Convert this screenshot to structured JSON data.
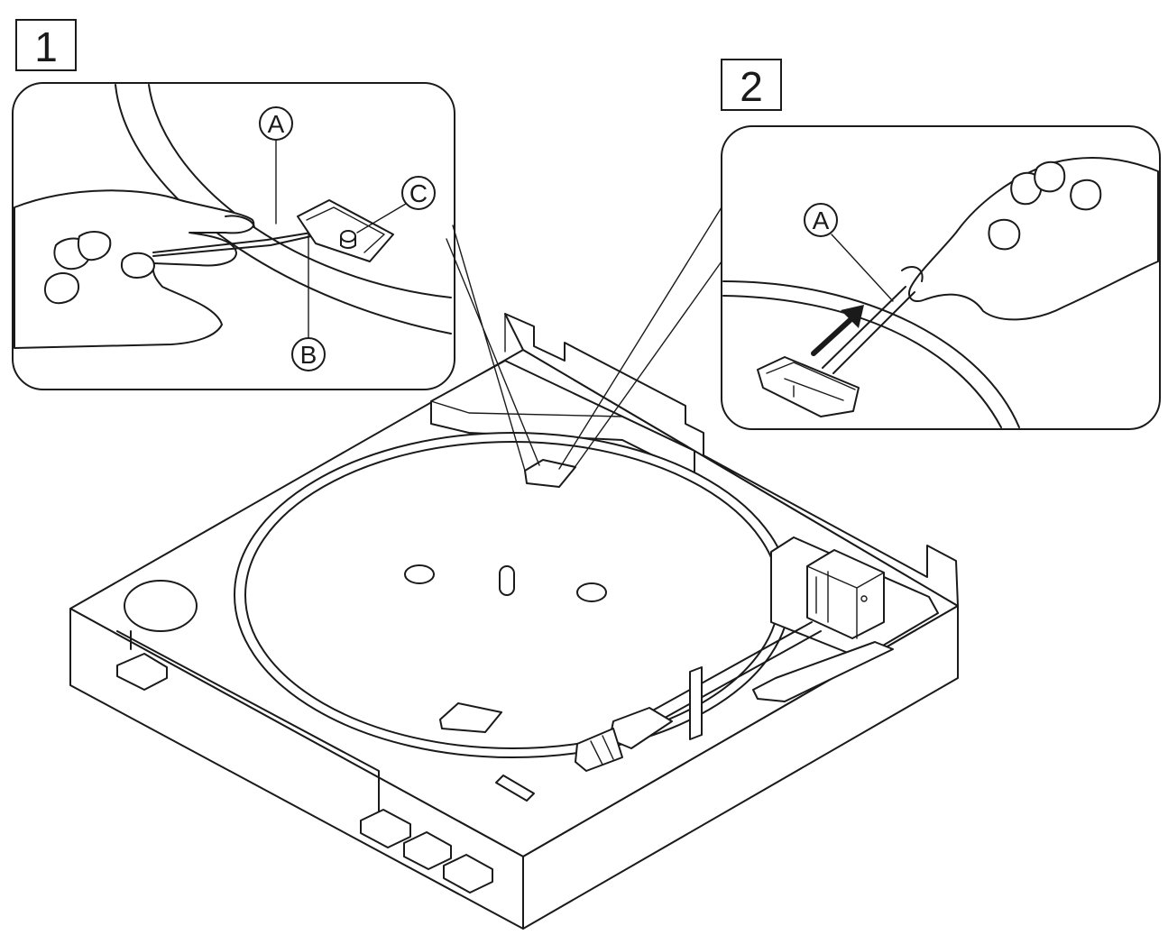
{
  "steps": [
    {
      "number": "1"
    },
    {
      "number": "2"
    }
  ],
  "step1": {
    "callouts": {
      "a": "A",
      "b": "B",
      "c": "C"
    }
  },
  "step2": {
    "callouts": {
      "a": "A"
    }
  },
  "colors": {
    "line": "#1a1a1a",
    "background": "#ffffff"
  }
}
